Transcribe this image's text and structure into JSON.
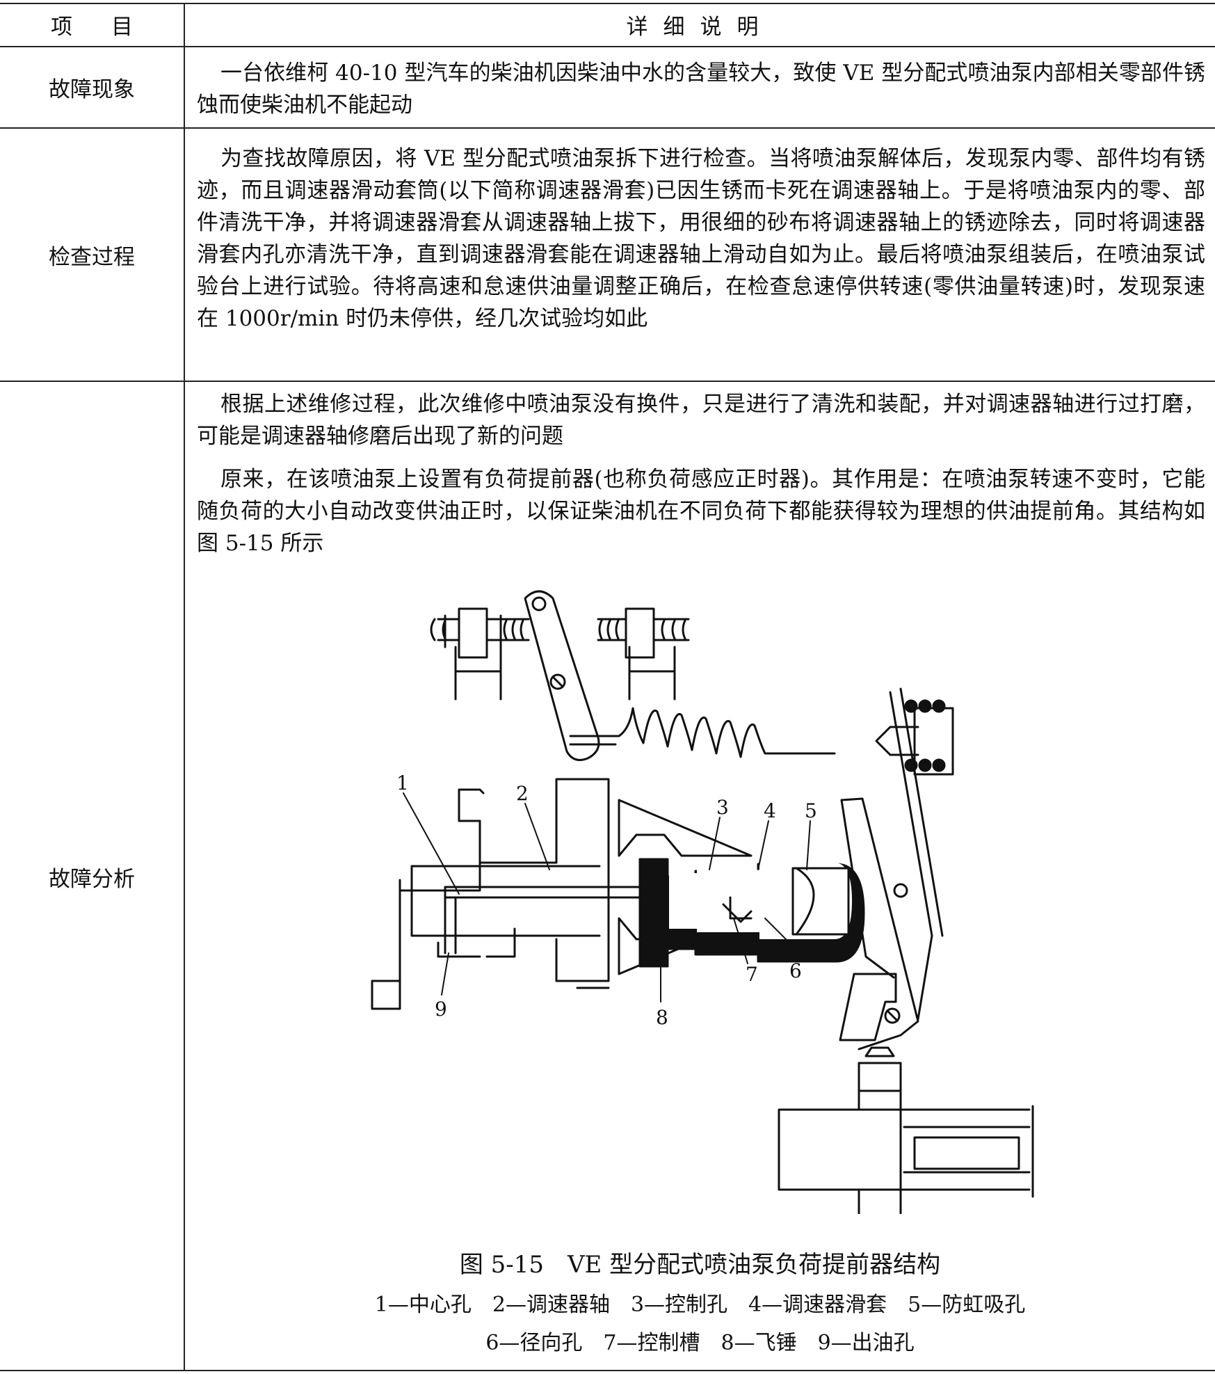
{
  "header": {
    "item": "项目",
    "detail": "详细说明"
  },
  "rows": [
    {
      "label": "故障现象",
      "paragraphs": [
        "一台依维柯 40-10 型汽车的柴油机因柴油中水的含量较大，致使 VE 型分配式喷油泵内部相关零部件锈蚀而使柴油机不能起动"
      ]
    },
    {
      "label": "检查过程",
      "paragraphs": [
        "为查找故障原因，将 VE 型分配式喷油泵拆下进行检查。当将喷油泵解体后，发现泵内零、部件均有锈迹，而且调速器滑动套筒(以下简称调速器滑套)已因生锈而卡死在调速器轴上。于是将喷油泵内的零、部件清洗干净，并将调速器滑套从调速器轴上拔下，用很细的砂布将调速器轴上的锈迹除去，同时将调速器滑套内孔亦清洗干净，直到调速器滑套能在调速器轴上滑动自如为止。最后将喷油泵组装后，在喷油泵试验台上进行试验。待将高速和怠速供油量调整正确后，在检查怠速停供转速(零供油量转速)时，发现泵速在 1000r/min 时仍未停供，经几次试验均如此"
      ]
    },
    {
      "label": "故障分析",
      "paragraphs": [
        "根据上述维修过程，此次维修中喷油泵没有换件，只是进行了清洗和装配，并对调速器轴进行过打磨，可能是调速器轴修磨后出现了新的问题",
        "原来，在该喷油泵上设置有负荷提前器(也称负荷感应正时器)。其作用是：在喷油泵转速不变时，它能随负荷的大小自动改变供油正时，以保证柴油机在不同负荷下都能获得较为理想的供油提前角。其结构如图 5-15 所示"
      ]
    }
  ],
  "figure": {
    "labels": [
      "1",
      "2",
      "3",
      "4",
      "5",
      "6",
      "7",
      "8",
      "9"
    ],
    "title": "图 5-15　VE 型分配式喷油泵负荷提前器结构",
    "legend_line1": "1—中心孔　2—调速器轴　3—控制孔　4—调速器滑套　5—防虹吸孔",
    "legend_line2": "6—径向孔　7—控制槽　8—飞锤　9—出油孔"
  }
}
